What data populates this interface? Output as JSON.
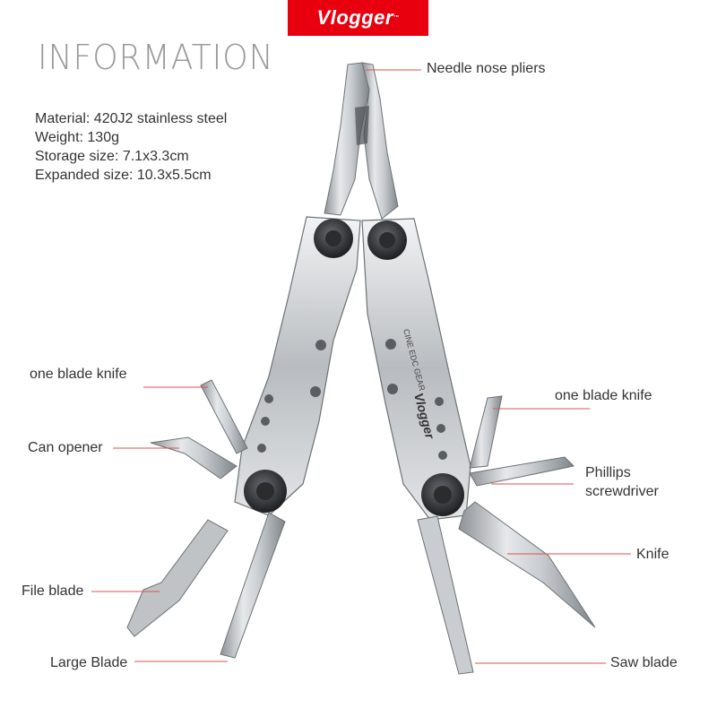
{
  "brand": {
    "name": "Vlogger",
    "mark": "™"
  },
  "info": {
    "title": "INFORMATION",
    "specs": [
      "Material: 420J2 stainless steel",
      "Weight: 130g",
      "Storage size: 7.1x3.3cm",
      "Expanded size: 10.3x5.5cm"
    ]
  },
  "tool": {
    "engraving_line1": "CINE EDC GEAR",
    "engraving_line2": "Vlogger",
    "engraving_mark": "™"
  },
  "callouts": {
    "needle_nose_pliers": "Needle nose pliers",
    "one_blade_knife_left": "one blade knife",
    "can_opener": "Can opener",
    "file_blade": "File blade",
    "large_blade": "Large Blade",
    "one_blade_knife_right": "one blade knife",
    "phillips_line1": "Phillips",
    "phillips_line2": "screwdriver",
    "knife": "Knife",
    "saw_blade": "Saw blade"
  },
  "colors": {
    "brand_red": "#e8000f",
    "steel": "#c8ccd0",
    "callout_line": "#d9534f"
  }
}
